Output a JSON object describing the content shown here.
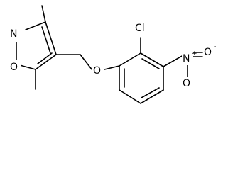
{
  "atoms": {
    "n_ring": "N",
    "o_ring": "O",
    "o_ether": "O",
    "cl": "Cl",
    "n_nitro": "N",
    "n_nitro_charge": "+",
    "o_nitro_top": "O",
    "o_nitro_top_charge": "-",
    "o_nitro_bottom": "O"
  },
  "colors": {
    "line": "#000000",
    "background": "#ffffff"
  }
}
